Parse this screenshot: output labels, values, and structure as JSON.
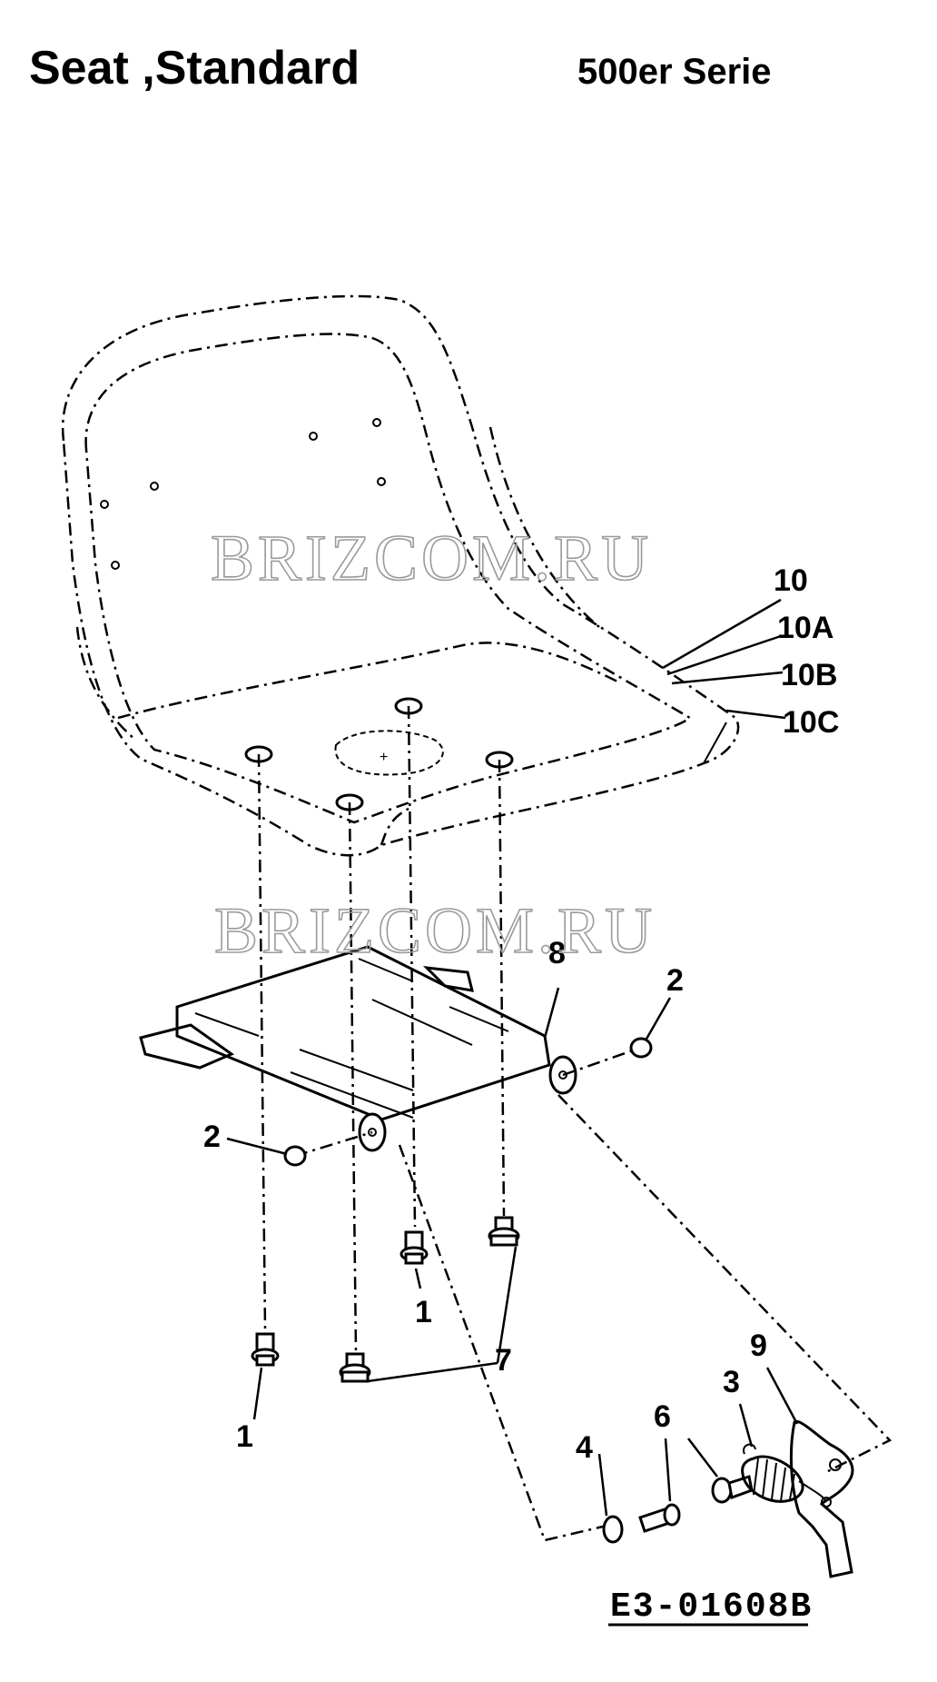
{
  "header": {
    "title": "Seat  ,Standard",
    "series": "500er Serie"
  },
  "watermarks": [
    "BRIZCOM.RU",
    "BRIZCOM.RU"
  ],
  "callouts": {
    "seat": "10",
    "seat_a": "10A",
    "seat_b": "10B",
    "seat_c": "10C",
    "plate": "8",
    "nut_right": "2",
    "nut_left": "2",
    "bolt_center": "1",
    "bolt_left": "1",
    "stud_pair": "7",
    "washer": "4",
    "screw": "6",
    "spring": "3",
    "lever": "9"
  },
  "drawing_number": "E3-01608B"
}
